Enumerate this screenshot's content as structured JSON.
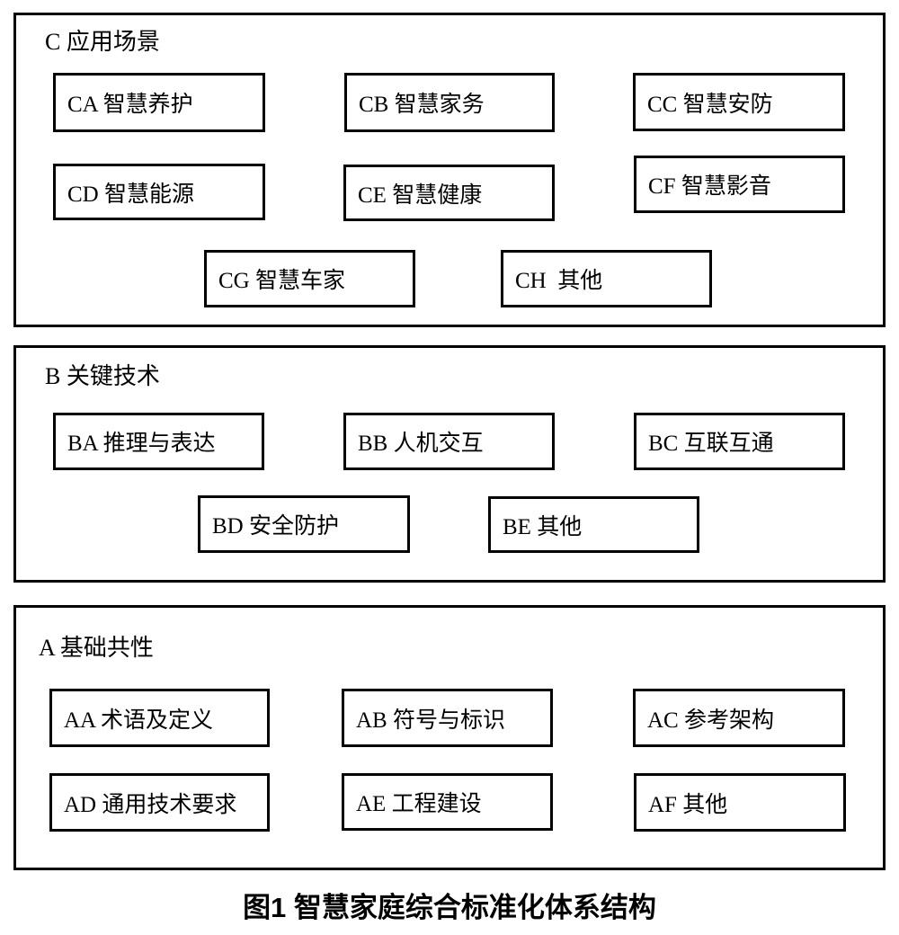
{
  "diagram": {
    "caption": "图1 智慧家庭综合标准化体系结构",
    "line_color": "#000000",
    "background_color": "#ffffff",
    "sections": [
      {
        "id": "C",
        "title": "C 应用场景",
        "boxes": [
          "CA 智慧养护",
          "CB 智慧家务",
          "CC 智慧安防",
          "CD 智慧能源",
          "CE 智慧健康",
          "CF 智慧影音",
          "CG 智慧车家",
          "CH  其他"
        ]
      },
      {
        "id": "B",
        "title": "B 关键技术",
        "boxes": [
          "BA 推理与表达",
          "BB 人机交互",
          "BC 互联互通",
          "BD 安全防护",
          "BE 其他"
        ]
      },
      {
        "id": "A",
        "title": "A 基础共性",
        "boxes": [
          "AA 术语及定义",
          "AB 符号与标识",
          "AC 参考架构",
          "AD 通用技术要求",
          "AE 工程建设",
          "AF 其他"
        ]
      }
    ]
  }
}
